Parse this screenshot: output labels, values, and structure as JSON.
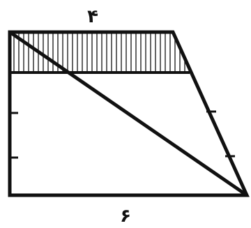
{
  "diagram": {
    "top_label": "۴",
    "bottom_label": "۶",
    "colors": {
      "stroke": "#111111",
      "hatch": "#222222",
      "background": "#ffffff"
    },
    "hatched_region": "top-strip"
  }
}
